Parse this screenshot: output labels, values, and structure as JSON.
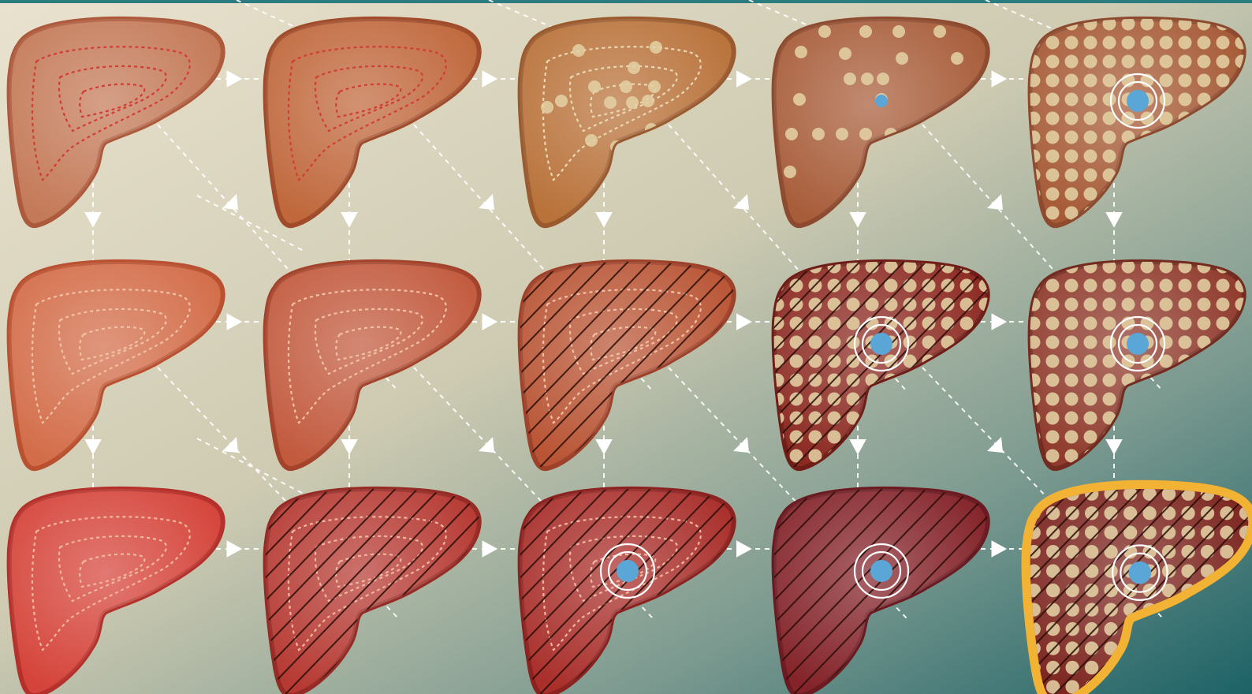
{
  "figure": {
    "columns": 5,
    "rows": 3,
    "colors": {
      "background_light": "#e6dfcb",
      "background_dark": "#1f6468",
      "top_band": "#2b7c7e",
      "arrow": "#ffffff",
      "fat_droplet": "#e3cfa3",
      "tumor": "#5aa6d6",
      "cancer_outline": "#f2b233",
      "scar_line": "#2a0d08"
    },
    "icons": {
      "arrow_right": "arrow-right-icon",
      "arrow_down": "arrow-down-icon",
      "arrow_diagonal": "arrow-diagonal-icon",
      "tumor": "tumor-target-icon"
    },
    "livers": [
      {
        "row": 0,
        "col": 0,
        "fill": "#c47a58",
        "outline": "#ad5a3c",
        "contour": "#d23c35",
        "fat": "none",
        "scar": false,
        "tumor": 0,
        "cancer": false
      },
      {
        "row": 0,
        "col": 1,
        "fill": "#c0683c",
        "outline": "#a04c2a",
        "contour": "#d23c35",
        "fat": "none",
        "scar": false,
        "tumor": 0,
        "cancer": false
      },
      {
        "row": 0,
        "col": 2,
        "fill": "#b9723a",
        "outline": "#9a5a2e",
        "contour": "#e8d9b5",
        "fat": "few",
        "scar": false,
        "tumor": 0,
        "cancer": false
      },
      {
        "row": 0,
        "col": 3,
        "fill": "#a85d3a",
        "outline": "#8d4a2e",
        "contour": "none",
        "fat": "sparse",
        "scar": false,
        "tumor": 1,
        "cancer": false
      },
      {
        "row": 0,
        "col": 4,
        "fill": "#a65a36",
        "outline": "#8d4a2e",
        "contour": "none",
        "fat": "dense",
        "scar": false,
        "tumor": 2,
        "cancer": false
      },
      {
        "row": 1,
        "col": 0,
        "fill": "#d36d49",
        "outline": "#b9502f",
        "contour": "#f1c2a6",
        "fat": "none",
        "scar": false,
        "tumor": 0,
        "cancer": false
      },
      {
        "row": 1,
        "col": 1,
        "fill": "#c25a3e",
        "outline": "#a4432b",
        "contour": "#f1c2a6",
        "fat": "none",
        "scar": false,
        "tumor": 0,
        "cancer": false
      },
      {
        "row": 1,
        "col": 2,
        "fill": "#b95535",
        "outline": "#9e412a",
        "contour": "#f1c2a6",
        "fat": "none",
        "scar": true,
        "tumor": 0,
        "cancer": false
      },
      {
        "row": 1,
        "col": 3,
        "fill": "#8c2a22",
        "outline": "#701d17",
        "contour": "none",
        "fat": "dense",
        "scar": true,
        "tumor": 2,
        "cancer": false
      },
      {
        "row": 1,
        "col": 4,
        "fill": "#8f3a2c",
        "outline": "#732b20",
        "contour": "none",
        "fat": "dense",
        "scar": false,
        "tumor": 2,
        "cancer": false
      },
      {
        "row": 2,
        "col": 0,
        "fill": "#d5443a",
        "outline": "#b5302a",
        "contour": "#f1b7a0",
        "fat": "none",
        "scar": false,
        "tumor": 0,
        "cancer": false
      },
      {
        "row": 2,
        "col": 1,
        "fill": "#b63a33",
        "outline": "#962a25",
        "contour": "#f1b7a0",
        "fat": "none",
        "scar": true,
        "tumor": 0,
        "cancer": false
      },
      {
        "row": 2,
        "col": 2,
        "fill": "#a92f2b",
        "outline": "#8c2220",
        "contour": "#f1b7a0",
        "fat": "none",
        "scar": true,
        "tumor": 2,
        "cancer": false
      },
      {
        "row": 2,
        "col": 3,
        "fill": "#84242a",
        "outline": "#6a1a20",
        "contour": "none",
        "fat": "none",
        "scar": true,
        "tumor": 2,
        "cancer": false
      },
      {
        "row": 2,
        "col": 4,
        "fill": "#7d2620",
        "outline": "#f2b233",
        "contour": "none",
        "fat": "dense",
        "scar": true,
        "tumor": 2,
        "cancer": true
      }
    ]
  }
}
